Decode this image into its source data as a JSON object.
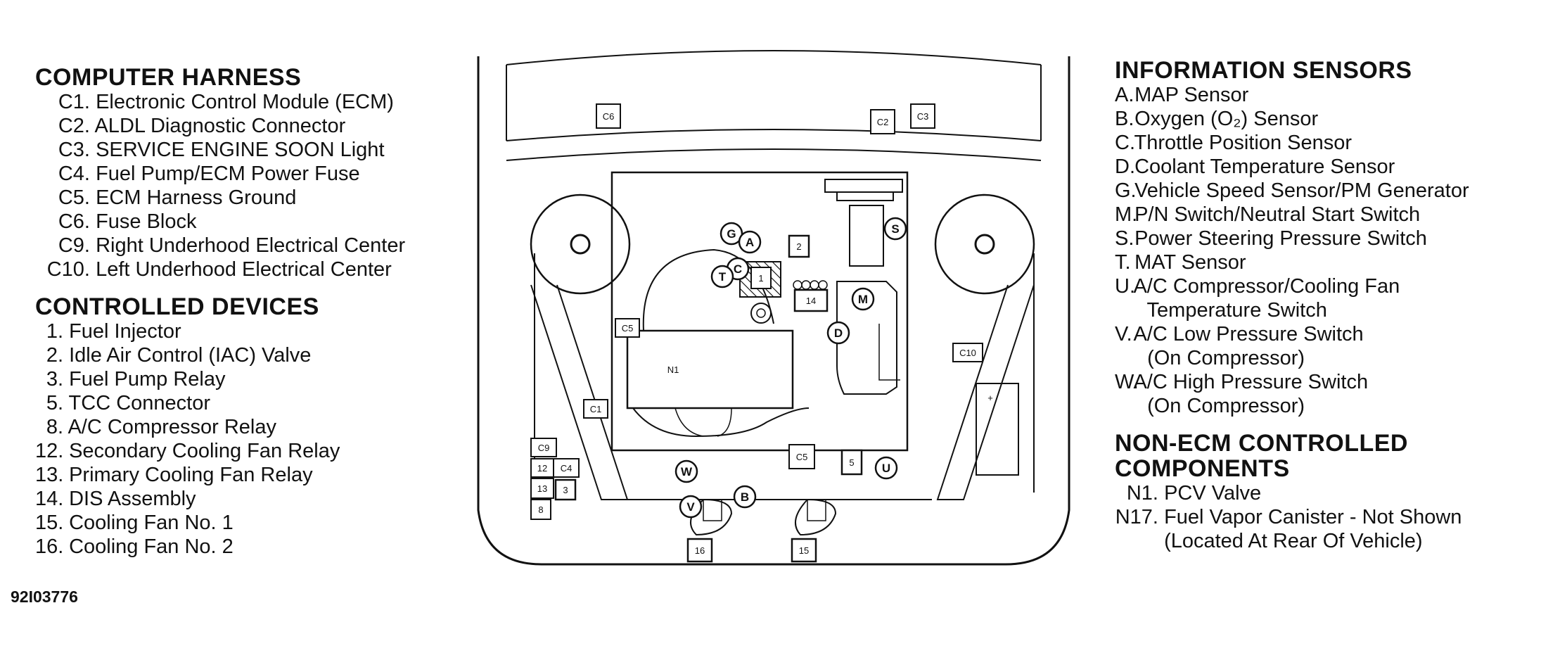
{
  "left_legend": {
    "computer_harness": {
      "heading": "COMPUTER HARNESS",
      "items": [
        {
          "code": "C1.",
          "text": "Electronic Control Module (ECM)"
        },
        {
          "code": "C2.",
          "text": "ALDL Diagnostic Connector"
        },
        {
          "code": "C3.",
          "text": "SERVICE ENGINE SOON Light"
        },
        {
          "code": "C4.",
          "text": "Fuel Pump/ECM Power Fuse"
        },
        {
          "code": "C5.",
          "text": "ECM Harness Ground"
        },
        {
          "code": "C6.",
          "text": "Fuse Block"
        },
        {
          "code": "C9.",
          "text": "Right Underhood Electrical Center"
        },
        {
          "code": "C10.",
          "text": "Left Underhood Electrical Center"
        }
      ]
    },
    "controlled_devices": {
      "heading": "CONTROLLED DEVICES",
      "items": [
        {
          "code": "1.",
          "text": "Fuel Injector"
        },
        {
          "code": "2.",
          "text": "Idle Air Control (IAC) Valve"
        },
        {
          "code": "3.",
          "text": "Fuel Pump Relay"
        },
        {
          "code": "5.",
          "text": "TCC Connector"
        },
        {
          "code": "8.",
          "text": "A/C Compressor Relay"
        },
        {
          "code": "12.",
          "text": "Secondary Cooling Fan Relay"
        },
        {
          "code": "13.",
          "text": "Primary Cooling Fan Relay"
        },
        {
          "code": "14.",
          "text": "DIS Assembly"
        },
        {
          "code": "15.",
          "text": "Cooling Fan No. 1"
        },
        {
          "code": "16.",
          "text": "Cooling Fan No. 2"
        }
      ]
    }
  },
  "figure_id": "92I03776",
  "right_legend": {
    "information_sensors": {
      "heading": "INFORMATION SENSORS",
      "items": [
        {
          "code": "A.",
          "text": "MAP Sensor"
        },
        {
          "code": "B.",
          "text": "Oxygen (O₂) Sensor"
        },
        {
          "code": "C.",
          "text": "Throttle Position Sensor"
        },
        {
          "code": "D.",
          "text": "Coolant Temperature Sensor"
        },
        {
          "code": "G.",
          "text": "Vehicle Speed Sensor/PM Generator"
        },
        {
          "code": "M.",
          "text": "P/N Switch/Neutral Start Switch"
        },
        {
          "code": "S.",
          "text": "Power Steering Pressure Switch"
        },
        {
          "code": "T.",
          "text": "MAT Sensor"
        },
        {
          "code": "U.",
          "text": "A/C Compressor/Cooling Fan"
        },
        {
          "code": "",
          "text": "Temperature Switch"
        },
        {
          "code": "V.",
          "text": "A/C Low Pressure Switch"
        },
        {
          "code": "",
          "text": "(On Compressor)"
        },
        {
          "code": "W.",
          "text": "A/C High Pressure Switch"
        },
        {
          "code": "",
          "text": "(On Compressor)"
        }
      ]
    },
    "non_ecm": {
      "heading_line1": "NON-ECM CONTROLLED",
      "heading_line2": "COMPONENTS",
      "items": [
        {
          "code": "N1.",
          "text": "PCV Valve"
        },
        {
          "code": "N17.",
          "text": "Fuel Vapor Canister  -  Not Shown"
        },
        {
          "code": "",
          "text": "(Located At Rear Of Vehicle)"
        }
      ]
    }
  },
  "diagram_labels": {
    "c6": "C6",
    "c2": "C2",
    "c3": "C3",
    "c5a": "C5",
    "c5b": "C5",
    "c1": "C1",
    "c10": "C10",
    "c9": "C9",
    "r12": "12",
    "c4": "C4",
    "r13": "13",
    "r3": "3",
    "r8": "8",
    "r1": "1",
    "r2": "2",
    "r14": "14",
    "r5": "5",
    "r16": "16",
    "r15": "15",
    "n1": "N1",
    "plus": "+",
    "G": "G",
    "A": "A",
    "C": "C",
    "T": "T",
    "D": "D",
    "M": "M",
    "S": "S",
    "W": "W",
    "V": "V",
    "B": "B",
    "U": "U"
  }
}
